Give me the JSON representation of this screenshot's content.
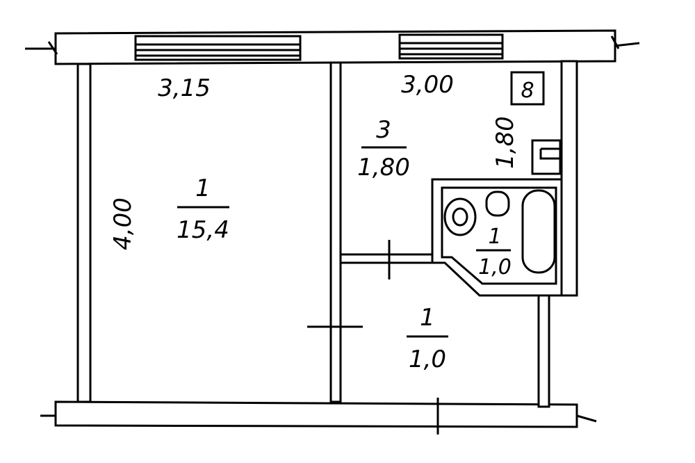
{
  "plan": {
    "room_main": {
      "number": "1",
      "area": "15,4",
      "width": "3,15",
      "length": "4,00"
    },
    "kitchen": {
      "number": "3",
      "area": "1,80",
      "width": "3,00",
      "side": "1,80"
    },
    "bathroom": {
      "number": "1",
      "area": "1,0"
    },
    "hallway": {
      "number": "1",
      "area": "1,0"
    },
    "stove_label": "8"
  }
}
